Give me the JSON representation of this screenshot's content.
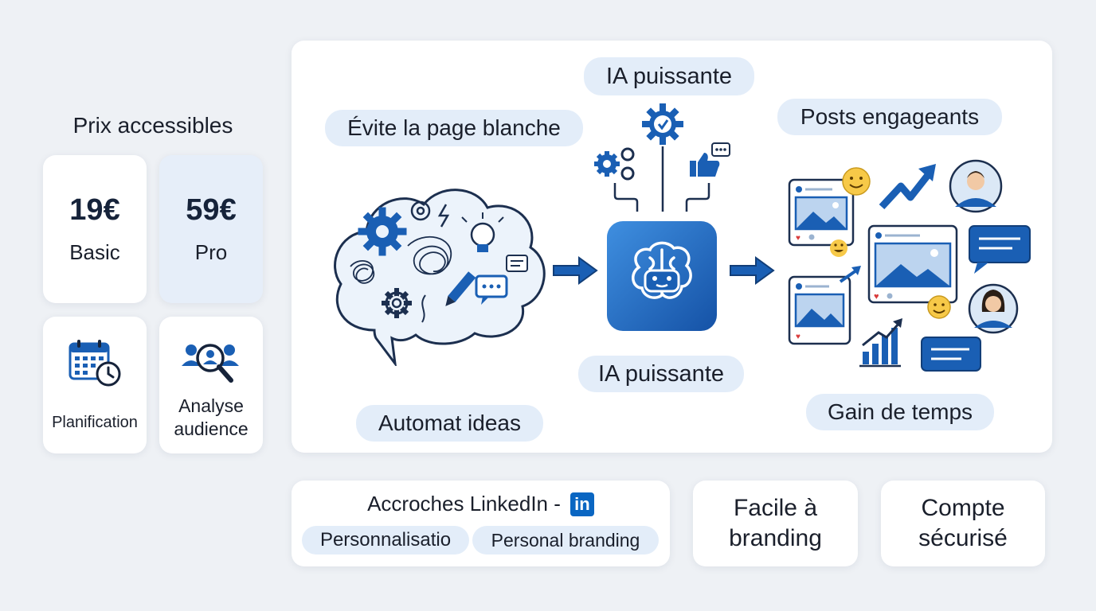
{
  "pricing": {
    "title": "Prix accessibles",
    "plans": [
      {
        "price": "19€",
        "name": "Basic"
      },
      {
        "price": "59€",
        "name": "Pro"
      }
    ]
  },
  "features": [
    {
      "label": "Planification",
      "icon": "calendar-clock-icon"
    },
    {
      "label": "Analyse audience",
      "icon": "audience-search-icon"
    }
  ],
  "flow": {
    "top_label": "IA puissante",
    "left_label": "Évite la page blanche",
    "right_label": "Posts engageants",
    "center_label": "IA puissante",
    "bottom_left_label": "Automat ideas",
    "bottom_right_label": "Gain de temps"
  },
  "bottom": {
    "linkedin_title": "Accroches LinkedIn -",
    "linkedin_logo": "in",
    "tags": [
      "Personnalisatio",
      "Personal branding"
    ],
    "easy": "Facile à branding",
    "secure": "Compte sécurisé"
  },
  "colors": {
    "accent": "#1a5fb4",
    "pill_bg": "#e3edf9",
    "card_bg": "#ffffff",
    "page_bg": "#eef1f5",
    "linkedin": "#0a66c2"
  }
}
